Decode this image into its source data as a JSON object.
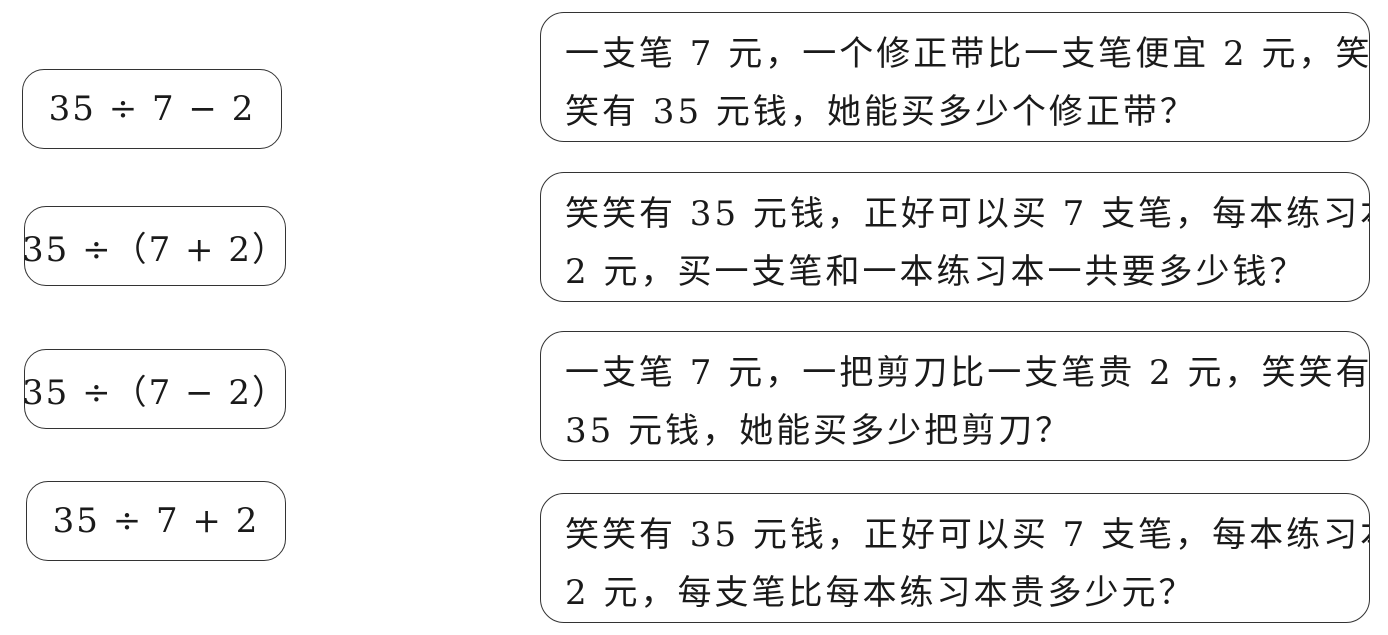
{
  "expressions": [
    "35 ÷ 7 − 2",
    "35 ÷（7 + 2）",
    "35 ÷（7 − 2）",
    "35 ÷ 7 + 2"
  ],
  "problems": [
    {
      "line1": "一支笔 7 元，一个修正带比一支笔便宜 2 元，笑",
      "line2": "笑有 35 元钱，她能买多少个修正带？"
    },
    {
      "line1": "笑笑有 35 元钱，正好可以买 7 支笔，每本练习本",
      "line2": "2 元，买一支笔和一本练习本一共要多少钱？"
    },
    {
      "line1": "一支笔 7 元，一把剪刀比一支笔贵 2 元，笑笑有",
      "line2": "35 元钱，她能买多少把剪刀？"
    },
    {
      "line1": "笑笑有 35 元钱，正好可以买 7 支笔，每本练习本",
      "line2": "2 元，每支笔比每本练习本贵多少元？"
    }
  ]
}
